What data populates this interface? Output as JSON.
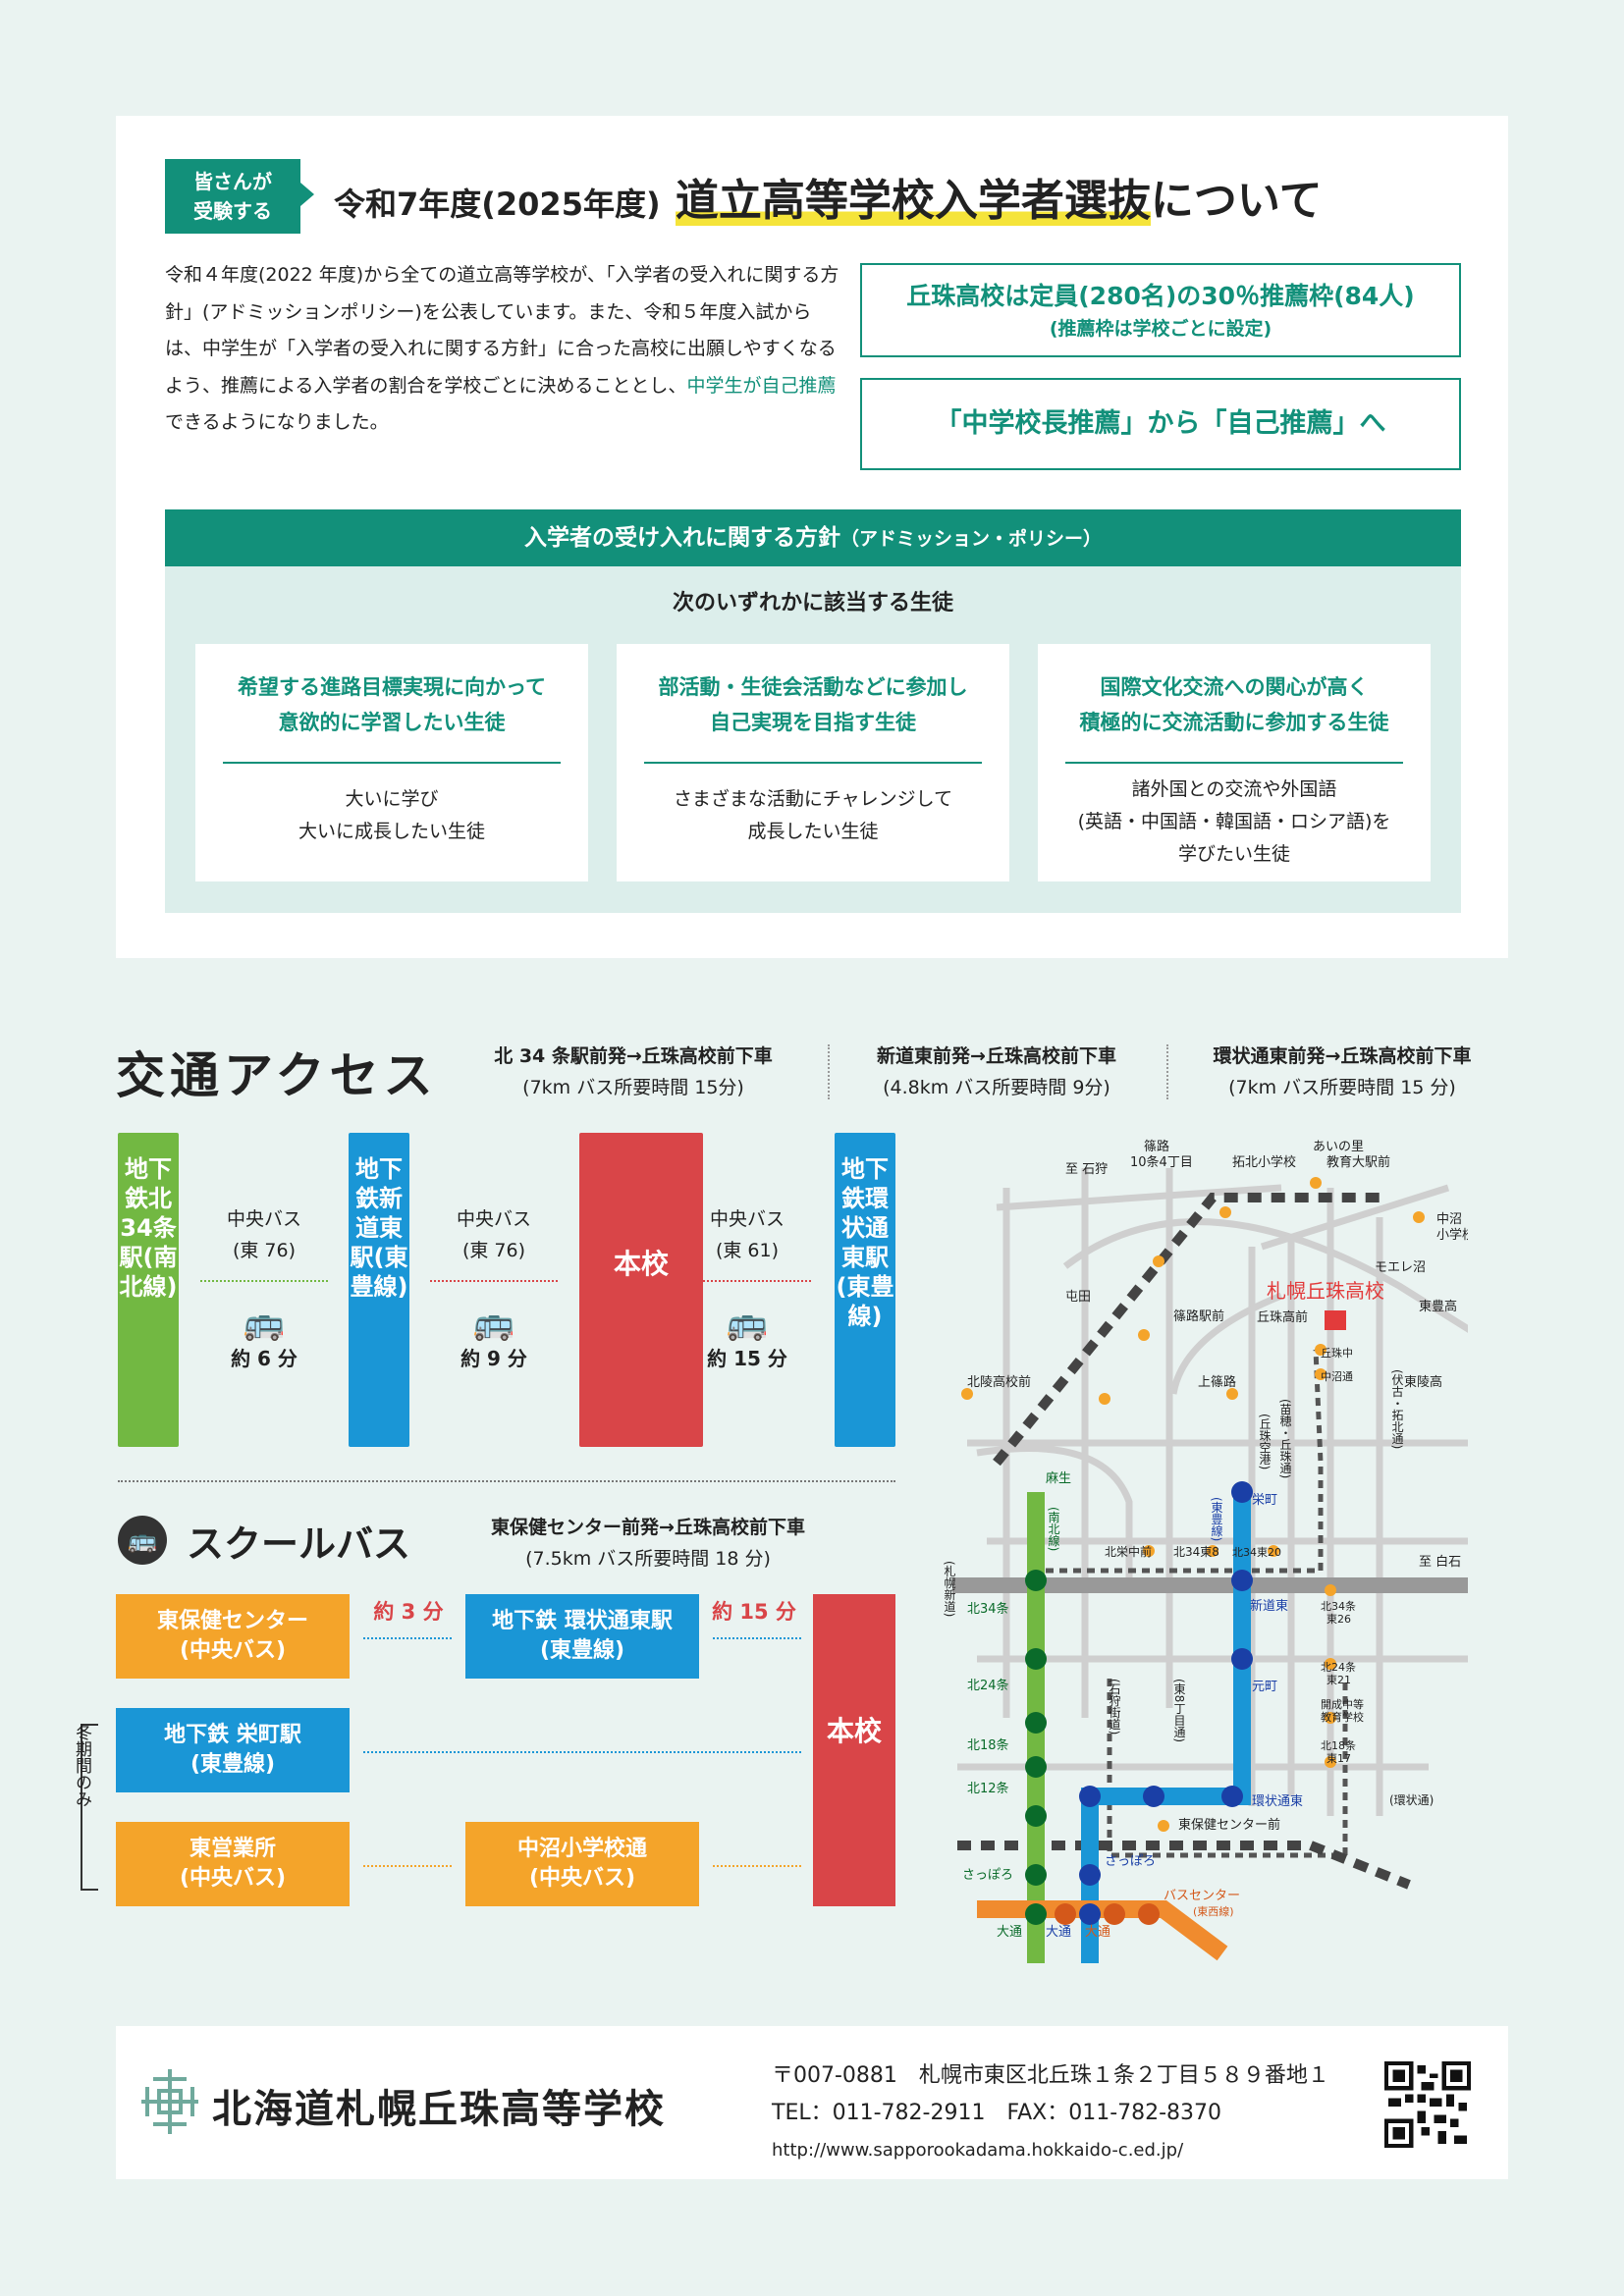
{
  "header": {
    "badge_line1": "皆さんが",
    "badge_line2": "受験する",
    "title_prefix": "令和7年度(2025年度)",
    "title_main": "道立高等学校入学者選抜",
    "title_suffix": "について"
  },
  "intro": {
    "text_a": "令和４年度(2022 年度)から全ての道立高等学校が、「入学者の受入れに関する方針」(アドミッションポリシー)を公表しています。また、令和５年度入試からは、中学生が「入学者の受入れに関する方針」に合った高校に出願しやすくなるよう、推薦による入学者の割合を学校ごとに決めることとし、",
    "text_highlight": "中学生が自己推薦",
    "text_b": "できるようになりました。"
  },
  "boxes": {
    "quota_line1": "丘珠高校は定員(280名)の30％推薦枠(84人)",
    "quota_line2": "(推薦枠は学校ごとに設定)",
    "change": "「中学校長推薦」から「自己推薦」へ"
  },
  "policy": {
    "title": "入学者の受け入れに関する方針",
    "title_sub": "（アドミッション・ポリシー）",
    "lead": "次のいずれかに該当する生徒",
    "cards": [
      {
        "t1": "希望する進路目標実現に向かって",
        "t2": "意欲的に学習したい生徒",
        "d1": "大いに学び",
        "d2": "大いに成長したい生徒",
        "d3": ""
      },
      {
        "t1": "部活動・生徒会活動などに参加し",
        "t2": "自己実現を目指す生徒",
        "d1": "さまざまな活動にチャレンジして",
        "d2": "成長したい生徒",
        "d3": ""
      },
      {
        "t1": "国際文化交流への関心が高く",
        "t2": "積極的に交流活動に参加する生徒",
        "d1": "諸外国との交流や外国語",
        "d2": "(英語・中国語・韓国語・ロシア語)を",
        "d3": "学びたい生徒"
      }
    ]
  },
  "access": {
    "title": "交通アクセス",
    "routes": [
      {
        "l1": "北 34 条駅前発→丘珠高校前下車",
        "l2": "(7km バス所要時間 15分)"
      },
      {
        "l1": "新道東前発→丘珠高校前下車",
        "l2": "(4.8km バス所要時間 9分)"
      },
      {
        "l1": "環状通東前発→丘珠高校前下車",
        "l2": "(7km バス所要時間 15 分)"
      }
    ],
    "stations": {
      "s1": "地下鉄北34条駅(南北線)",
      "s2": "地下鉄新道東駅(東豊線)",
      "school": "本校",
      "s4": "地下鉄環状通東駅(東豊線)"
    },
    "segments": [
      {
        "bus": "中央バス",
        "line": "(東 76)",
        "time": "約 6 分"
      },
      {
        "bus": "中央バス",
        "line": "(東 76)",
        "time": "約 9 分"
      },
      {
        "bus": "中央バス",
        "line": "(東 61)",
        "time": "約 15 分"
      }
    ]
  },
  "schoolbus": {
    "title": "スクールバス",
    "route_l1": "東保健センター前発→丘珠高校前下車",
    "route_l2": "(7.5km バス所要時間 18 分)",
    "higashi_l1": "東保健センター",
    "higashi_l2": "(中央バス)",
    "kanjo_l1": "地下鉄 環状通東駅",
    "kanjo_l2": "(東豊線)",
    "sakae_l1": "地下鉄 栄町駅",
    "sakae_l2": "(東豊線)",
    "eigyo_l1": "東営業所",
    "eigyo_l2": "(中央バス)",
    "nakanuma_l1": "中沼小学校通",
    "nakanuma_l2": "(中央バス)",
    "school": "本校",
    "time1": "約 3 分",
    "time2": "約 15 分",
    "winter": "冬期間のみ"
  },
  "map": {
    "labels": {
      "ishikari": "至 石狩",
      "shinoji": "篠路",
      "shinoji2": "10条4丁目",
      "takuhoku": "拓北小学校",
      "ainosato": "あいの里",
      "kyoiku": "教育大駅前",
      "nakanuma_sho": "中沼",
      "nakanuma_sho2": "小学校通",
      "moere": "モエレ沼",
      "tonden": "屯田",
      "shinoji_eki": "篠路駅前",
      "school": "札幌丘珠高校",
      "okadama_mae": "丘珠高前",
      "higashitoyoko": "東豊高",
      "okadama_chu": "丘珠中",
      "nakanuma_dori": "中沼通",
      "hokuryo": "北陵高校前",
      "kamishinoro": "上篠路",
      "touho": "東陵高",
      "sakaemachi": "栄町",
      "asahi": "麻生",
      "kita34": "北34条",
      "kita24": "北24条",
      "kita18": "北18条",
      "kita12": "北12条",
      "sapporo": "さっぽろ",
      "sapporo2": "さっぽろ",
      "odori1": "大通",
      "odori2": "大通",
      "odori3": "大通",
      "shindohigashi": "新道東",
      "motomachi": "元町",
      "kanjodorihigashi": "環状通東",
      "higashihoken": "東保健センター前",
      "bus_center": "バスセンター",
      "bus_center2": "(東西線)",
      "kitasakae": "北栄中前",
      "k34e8": "北34東8",
      "k34e20": "北34東20",
      "shiraishi": "至 白石",
      "k34e26a": "北34条",
      "k34e26b": "東26",
      "k24e21a": "北24条",
      "k24e21b": "東21",
      "kaisei_a": "開成中等",
      "kaisei_b": "教育学校",
      "k18e17a": "北18条",
      "k18e17b": "東17",
      "kanjo_dori": "(環状通)",
      "nanboku": "(南北線)",
      "toho": "(東豊線)",
      "okadama_kuko": "(丘珠空港)",
      "naebo": "(苗穂・丘珠通)",
      "fushiko": "(伏古・拓北通)",
      "sasshin": "(札幌新道)",
      "ishikari_kaido": "(石狩街道)",
      "e8": "(東8丁目通)"
    }
  },
  "footer": {
    "school_name": "北海道札幌丘珠高等学校",
    "address": "〒007-0881　札幌市東区北丘珠１条２丁目５８９番地１",
    "tel": "TEL：011-782-2911　FAX：011-782-8370",
    "url": "http://www.sapporookadama.hokkaido-c.ed.jp/"
  },
  "colors": {
    "teal": "#12907a",
    "green": "#72b842",
    "blue": "#1a96d6",
    "red": "#d94548",
    "orange": "#f4a42a"
  }
}
